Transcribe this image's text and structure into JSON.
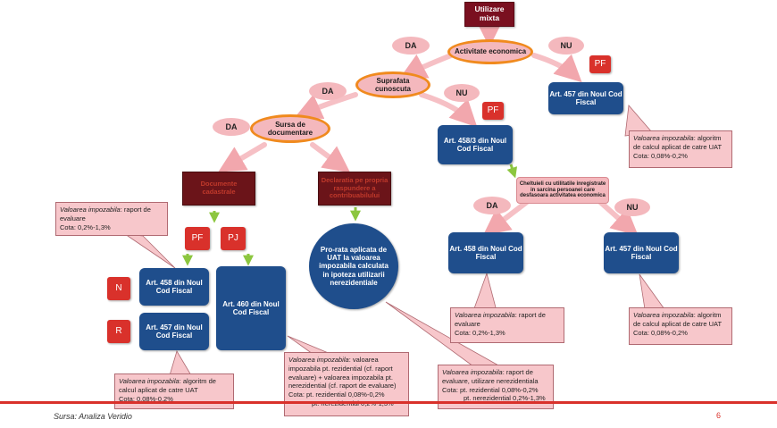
{
  "nodes": {
    "root": "Utilizare mixta",
    "activitate": "Activitate economica",
    "suprafata": "Suprafata cunoscuta",
    "sursa": "Sursa de documentare",
    "doc_cadastrale": "Documente cadastrale",
    "declaratia": "Declaratia pe propria raspundere a contribuabilului",
    "prorata": "Pro-rata aplicata de UAT la valoarea impozabila calculata in ipoteza utilizarii nerezidentiale",
    "art457_top": "Art. 457 din Noul Cod Fiscal",
    "art4583": "Art. 458/3 din Noul Cod Fiscal",
    "cheltuieli": "Cheltuieli cu utilitatile inregistrate in sarcina persoanei care desfasoara activitatea economica",
    "art458_right": "Art. 458 din Noul Cod Fiscal",
    "art457_right": "Art. 457 din Noul Cod Fiscal",
    "art458_left": "Art. 458 din Noul Cod Fiscal",
    "art457_left": "Art. 457 din Noul Cod Fiscal",
    "art460": "Art. 460 din Noul Cod Fiscal"
  },
  "labels": {
    "da": "DA",
    "nu": "NU",
    "pf": "PF",
    "pj": "PJ",
    "n": "N",
    "r": "R"
  },
  "notes": {
    "raport_left": {
      "key": "Valoarea impozabila",
      "text": ": raport de evaluare",
      "cota": "Cota: 0,2%-1,3%"
    },
    "algoritm_top": {
      "key": "Valoarea impozabila",
      "text": ": algoritm de calcul aplicat de catre UAT",
      "cota": "Cota: 0,08%-0,2%"
    },
    "algoritm_bottom_left": {
      "key": "Valoarea impozabila",
      "text": ": algoritm de calcul aplicat de catre UAT",
      "cota": "Cota: 0,08%-0,2%"
    },
    "mixt": {
      "key": "Valoarea impozabila",
      "text": ": valoarea impozabila pt. rezidential (cf. raport evaluare) + valoarea impozabila pt. nerezidential (cf. raport de evaluare)",
      "cota1": "Cota: pt. rezidential 0,08%-0,2%",
      "cota2": "pt. nerezidential 0,2%-1,3%"
    },
    "prorata": {
      "key": "Valoarea impozabila",
      "text": ": raport de evaluare, utilizare nerezidentiala",
      "cota1": "Cota: pt. rezidential 0,08%-0,2%",
      "cota2": "pt. nerezidential 0,2%-1,3%"
    },
    "raport_right": {
      "key": "Valoarea impozabila",
      "text": ": raport de evaluare",
      "cota": "Cota: 0,2%-1,3%"
    },
    "algoritm_right": {
      "key": "Valoarea impozabila",
      "text": ": algoritm de calcul aplicat de catre UAT",
      "cota": "Cota: 0,08%-0,2%"
    }
  },
  "footer": {
    "source": "Sursa: Analiza Veridio",
    "page": "6"
  },
  "colors": {
    "dark_red": "#7a1020",
    "blue": "#1f4e8c",
    "pink": "#f4b8bd",
    "orange": "#f08a1e",
    "red": "#d9312b",
    "green": "#8cc63f"
  }
}
